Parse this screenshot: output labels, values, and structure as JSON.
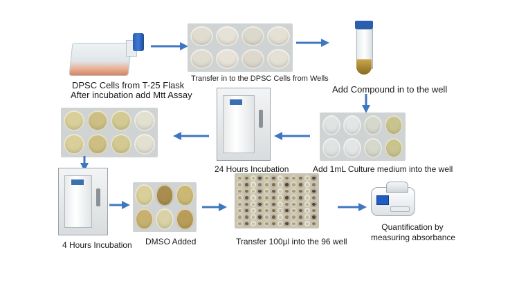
{
  "steps": {
    "flask_label_1": "DPSC Cells from T-25 Flask",
    "flask_label_2": "After incubation add Mtt Assay",
    "transfer_wells": "Transfer in to the DPSC Cells from Wells",
    "add_compound": "Add Compound in to the well",
    "add_medium": "Add 1mL Culture medium into the well",
    "incubation_24": "24 Hours Incubation",
    "incubation_4": "4 Hours Incubation",
    "dmso": "DMSO Added",
    "transfer_96": "Transfer 100µl into the 96 well",
    "quant_1": "Quantification by",
    "quant_2": "measuring absorbance"
  },
  "colors": {
    "arrow": "#3f76c0",
    "well_yellow": "#d8cf9a",
    "well_clear": "#dfe4e2",
    "well_dark": "#6b5a3a",
    "cap_blue": "#2a5fb0"
  },
  "icons": [
    "flask-icon",
    "well-plate-icon",
    "tube-icon",
    "incubator-icon",
    "96-well-plate-icon",
    "plate-reader-icon",
    "arrow-right-icon",
    "arrow-left-icon",
    "arrow-down-icon"
  ]
}
